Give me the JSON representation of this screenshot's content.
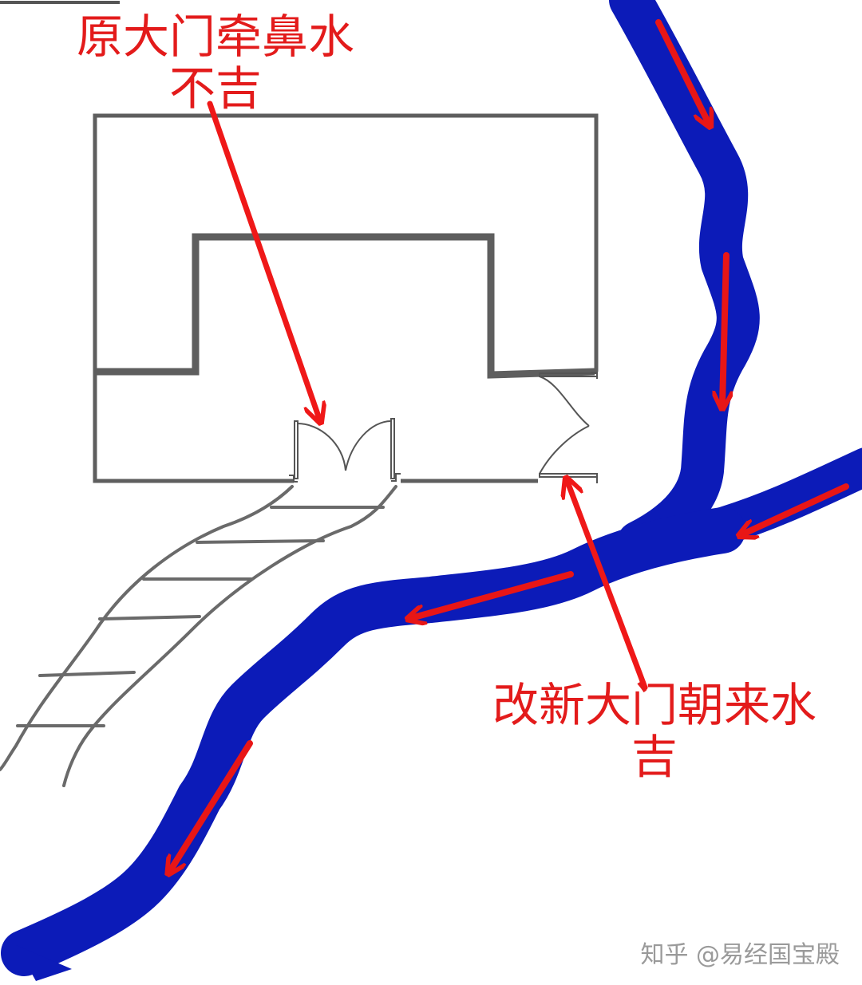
{
  "labels": {
    "old_door": {
      "line1": "原大门牵鼻水",
      "line2": "不吉"
    },
    "new_door": {
      "line1": "改新大门朝来水",
      "line2": "吉"
    }
  },
  "watermark": "知乎 @易经国宝殿",
  "colors": {
    "label_text": "#e31b1b",
    "river": "#0c1bb8",
    "flow_arrow": "#e81616",
    "pointer_arrow": "#ef1818",
    "building_outline": "#5e5e5e",
    "path": "#6a6a6a",
    "watermark": "#9a9a9a"
  },
  "icons": {
    "river": "river-shape",
    "flow_arrows": "arrow-icon",
    "doors": "double-door-icon"
  }
}
